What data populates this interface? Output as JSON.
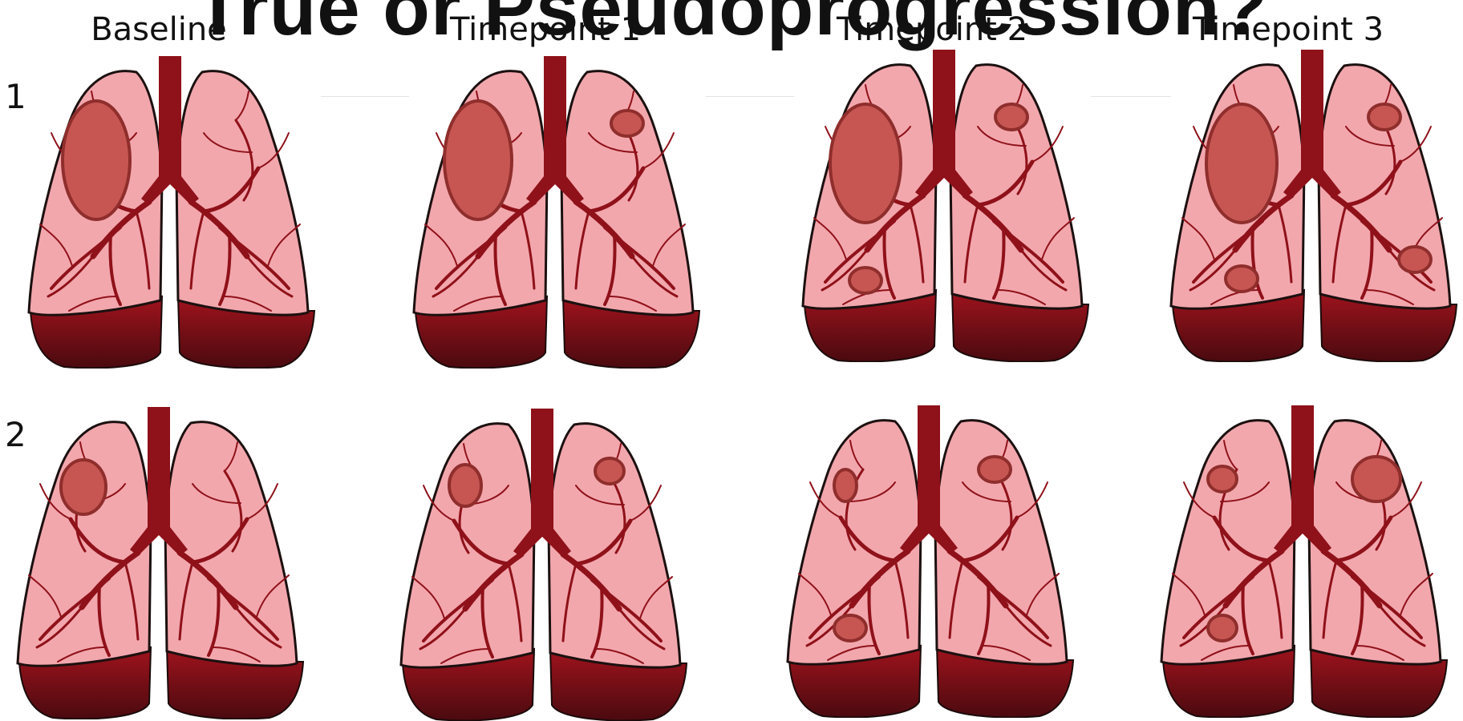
{
  "slide": {
    "title": "True or Pseudoprogression?"
  },
  "headers": [
    "Baseline",
    "Timepoint 1",
    "Timepoint 2",
    "Timepoint 3"
  ],
  "rows": [
    {
      "label": "1",
      "panels": [
        {
          "lesions": 1
        },
        {
          "lesions": 2
        },
        {
          "lesions": 3
        },
        {
          "lesions": 4
        }
      ]
    },
    {
      "label": "2",
      "panels": [
        {
          "lesions": 1
        },
        {
          "lesions": 2
        },
        {
          "lesions": 3
        },
        {
          "lesions": 3
        }
      ]
    }
  ],
  "colors": {
    "lung_fill": "#f2a7ad",
    "lung_dark": "#7a0f18",
    "vessel": "#8f1119",
    "lesion_fill": "#c75653",
    "lesion_stroke": "#8f2e2c"
  }
}
